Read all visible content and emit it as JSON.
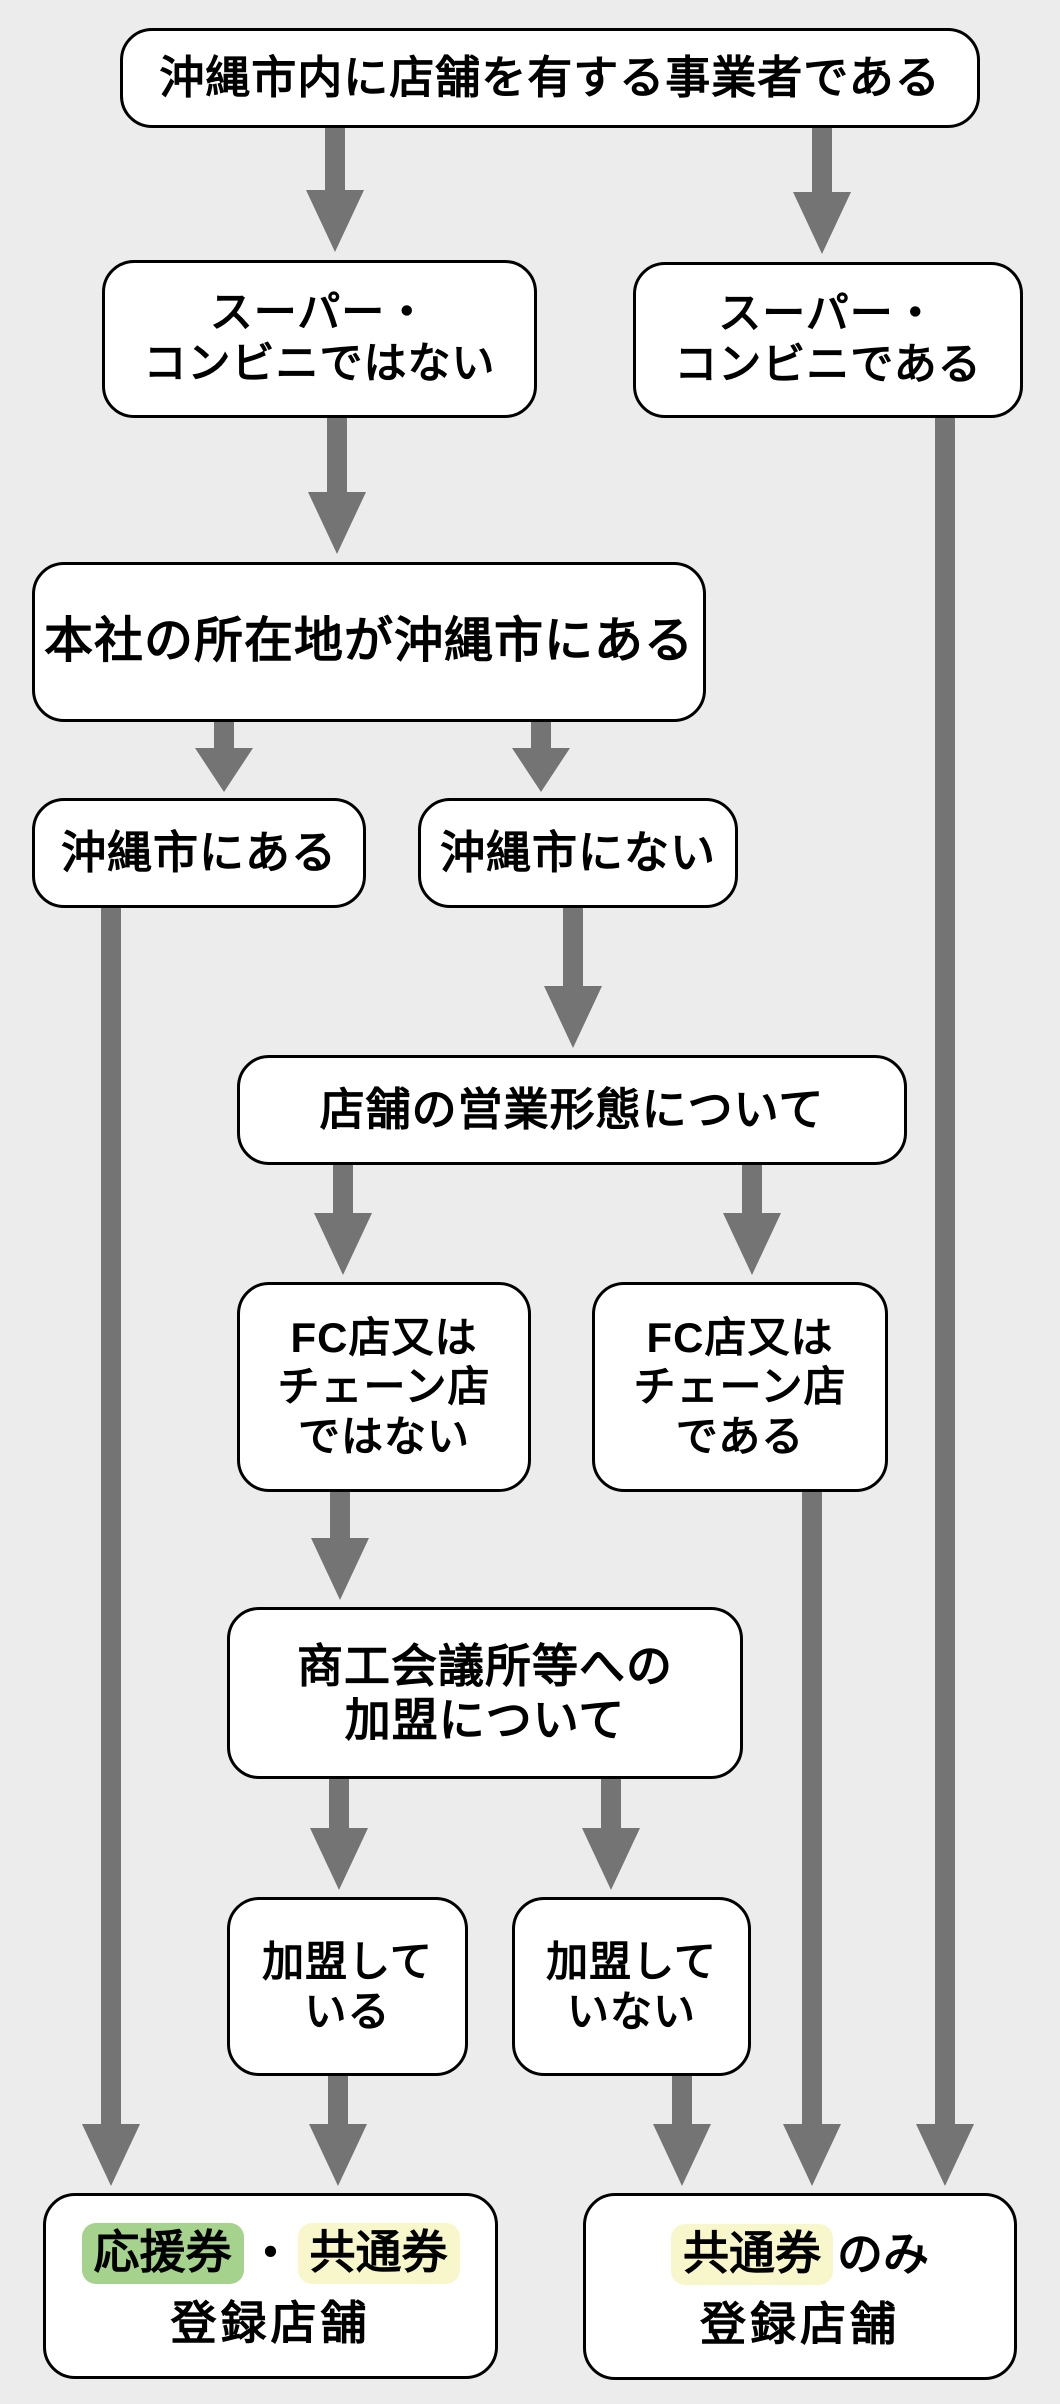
{
  "page": {
    "background": "#ececec"
  },
  "colors": {
    "box_bg": "#ffffff",
    "box_border": "#000000",
    "arrow": "#747474",
    "chip_green": "#a5d28c",
    "chip_yellow": "#f8f7cc"
  },
  "nodes": {
    "root": {
      "label": "沖縄市内に店舗を有する事業者である"
    },
    "not_super": {
      "label": "スーパー・\nコンビニではない"
    },
    "is_super": {
      "label": "スーパー・\nコンビニである"
    },
    "hq": {
      "label": "本社の所在地が沖縄市にある"
    },
    "hq_in": {
      "label": "沖縄市にある"
    },
    "hq_out": {
      "label": "沖縄市にない"
    },
    "biz_type": {
      "label": "店舗の営業形態について"
    },
    "fc_no": {
      "label": "FC店又は\nチェーン店\nではない"
    },
    "fc_yes": {
      "label": "FC店又は\nチェーン店\nである"
    },
    "cci": {
      "label": "商工会議所等への\n加盟について"
    },
    "member_yes": {
      "label": "加盟して\nいる"
    },
    "member_no": {
      "label": "加盟して\nいない"
    },
    "result_both": {
      "chip1": "応援券",
      "separator": "・",
      "chip2": "共通券",
      "line2": "登録店舗"
    },
    "result_common": {
      "chip": "共通券",
      "suffix": "のみ",
      "line2": "登録店舗"
    }
  }
}
